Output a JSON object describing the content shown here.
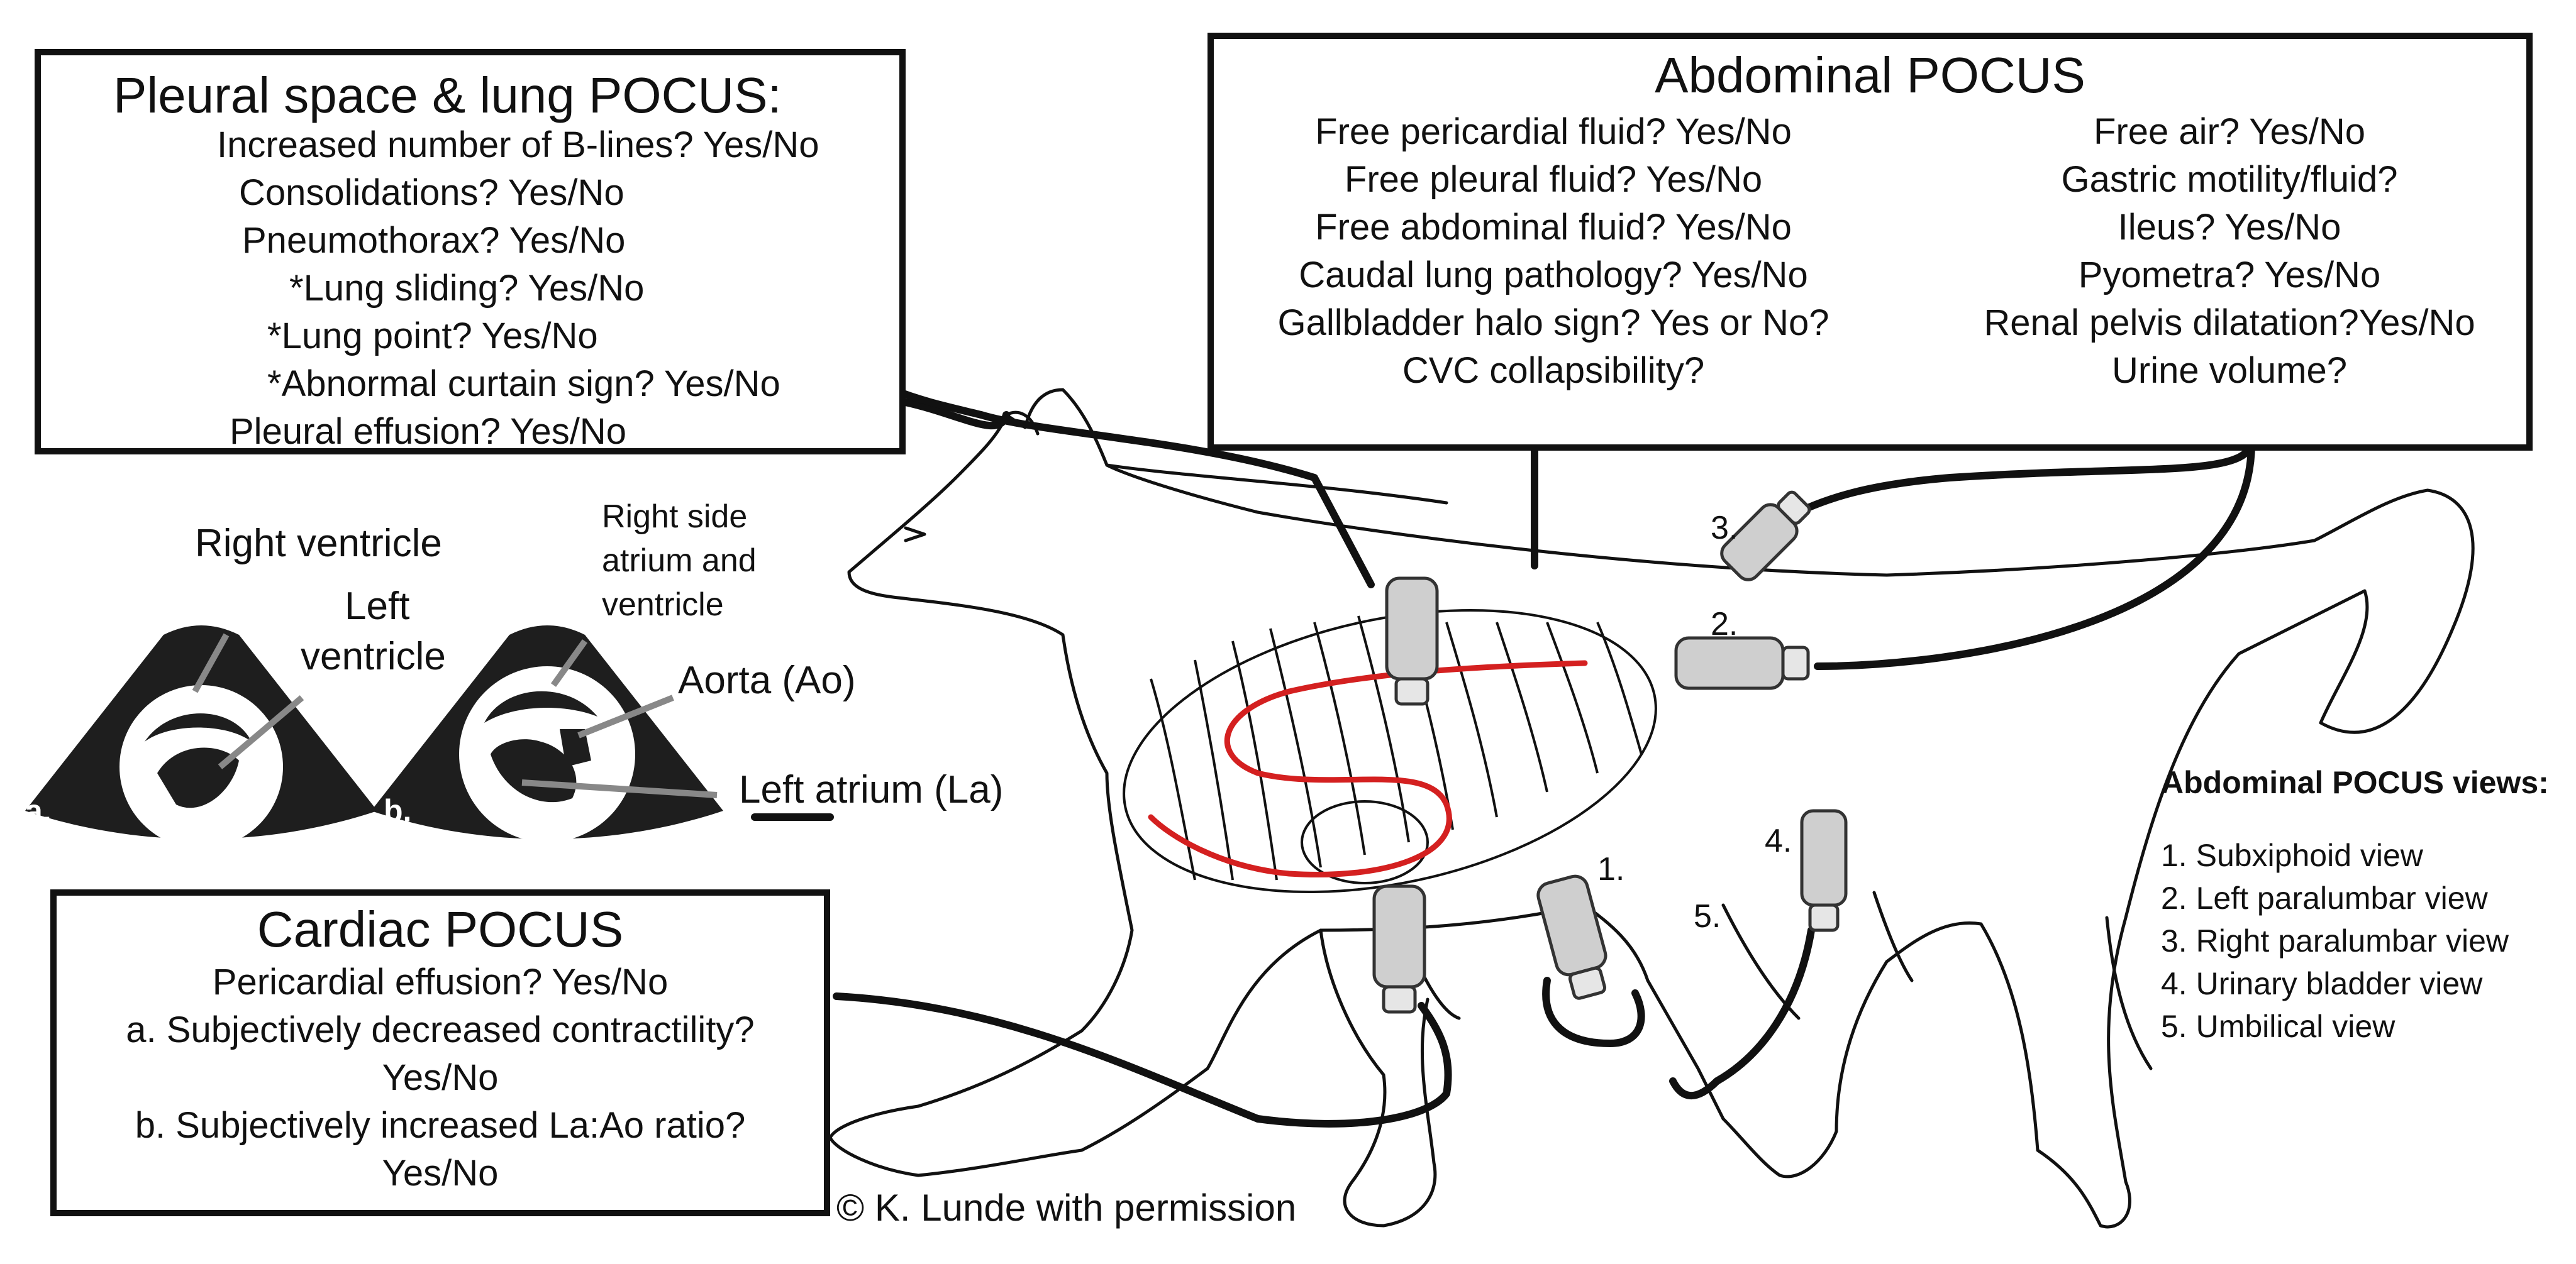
{
  "pleural_box": {
    "title": "Pleural space & lung POCUS:",
    "lines": [
      "Increased number of B-lines? Yes/No",
      "Consolidations? Yes/No",
      "Pneumothorax? Yes/No",
      "*Lung sliding? Yes/No",
      "*Lung point? Yes/No",
      "*Abnormal curtain sign? Yes/No",
      "Pleural effusion? Yes/No"
    ]
  },
  "abdominal_box": {
    "title": "Abdominal POCUS",
    "left_lines": [
      "Free pericardial fluid? Yes/No",
      "Free pleural fluid? Yes/No",
      "Free abdominal fluid? Yes/No",
      "Caudal lung pathology? Yes/No",
      "Gallbladder halo sign? Yes or No?",
      "CVC collapsibility?"
    ],
    "right_lines": [
      "Free air? Yes/No",
      "Gastric motility/fluid?",
      "Ileus? Yes/No",
      "Pyometra? Yes/No",
      "Renal pelvis dilatation?Yes/No",
      "Urine volume?"
    ]
  },
  "cardiac_box": {
    "title": "Cardiac POCUS",
    "lines": [
      "Pericardial effusion? Yes/No",
      "a. Subjectively decreased contractility?",
      "Yes/No",
      "b. Subjectively increased La:Ao ratio?",
      "Yes/No"
    ]
  },
  "echo_labels": {
    "right_ventricle": "Right ventricle",
    "left_ventricle_1": "Left",
    "left_ventricle_2": "ventricle",
    "right_side_1": "Right side",
    "right_side_2": "atrium and",
    "right_side_3": "ventricle",
    "aorta": "Aorta (Ao)",
    "left_atrium": "Left atrium (La)",
    "view_a": "a.",
    "view_b": "b."
  },
  "probe_numbers": [
    "1.",
    "2.",
    "3.",
    "4.",
    "5."
  ],
  "views_legend": {
    "title": "Abdominal POCUS views:",
    "items": [
      "1. Subxiphoid view",
      "2. Left paralumbar view",
      "3. Right paralumbar view",
      "4. Urinary bladder view",
      "5. Umbilical view"
    ]
  },
  "credit": "© K. Lunde with permission",
  "colors": {
    "outline": "#111111",
    "heart_line": "#d42020",
    "probe_body": "#c8c8c8",
    "echo_fan": "#1e1e1e"
  }
}
